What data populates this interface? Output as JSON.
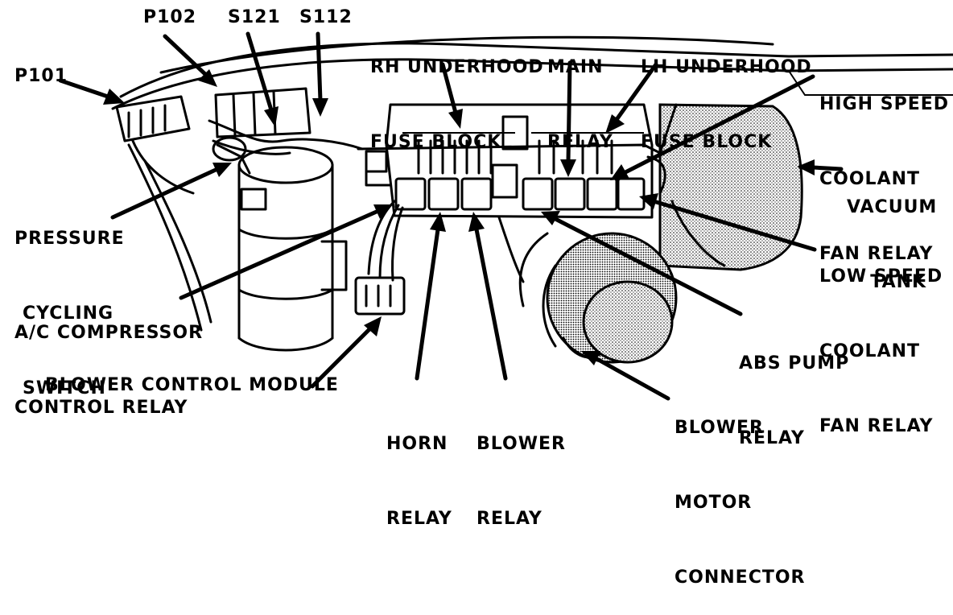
{
  "labels": {
    "p101": "P101",
    "p102": "P102",
    "s121": "S121",
    "s112": "S112",
    "rh_fuse_1": "RH UNDERHOOD",
    "rh_fuse_2": "FUSE BLOCK",
    "main_relay_1": "MAIN",
    "main_relay_2": "RELAY",
    "lh_fuse_1": "LH UNDERHOOD",
    "lh_fuse_2": "FUSE BLOCK",
    "hs_fan_1": "HIGH SPEED",
    "hs_fan_2": "COOLANT",
    "hs_fan_3": "FAN RELAY",
    "vacuum_1": "VACUUM",
    "vacuum_2": "TANK",
    "pressure_1": "PRESSURE",
    "pressure_2": "CYCLING",
    "pressure_3": "SWITCH",
    "ac_relay_1": "A/C COMPRESSOR",
    "ac_relay_2": "CONTROL RELAY",
    "ls_fan_1": "LOW SPEED",
    "ls_fan_2": "COOLANT",
    "ls_fan_3": "FAN RELAY",
    "abs_1": "ABS PUMP",
    "abs_2": "RELAY",
    "blower_module": "BLOWER CONTROL MODULE",
    "horn_1": "HORN",
    "horn_2": "RELAY",
    "blower_relay_1": "BLOWER",
    "blower_relay_2": "RELAY",
    "blower_conn_1": "BLOWER",
    "blower_conn_2": "MOTOR",
    "blower_conn_3": "CONNECTOR"
  }
}
